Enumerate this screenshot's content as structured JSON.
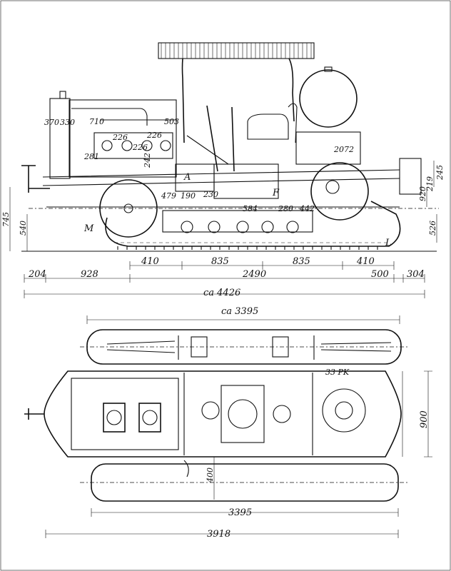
{
  "side_view": {
    "overall_length": "ca 4426",
    "top_dims": [
      "370",
      "330",
      "710",
      "503",
      "226",
      "226",
      "226",
      "281",
      "242"
    ],
    "mid_dims": [
      "479",
      "190",
      "230",
      "584",
      "280",
      "442",
      "2072"
    ],
    "vert_left": [
      "745",
      "540"
    ],
    "vert_right": [
      "920",
      "219",
      "245",
      "526"
    ],
    "bottom_row": [
      "410",
      "835",
      "835",
      "410"
    ],
    "length_row": [
      "204",
      "928",
      "2490",
      "500",
      "304"
    ],
    "markers": [
      "M",
      "A",
      "L",
      "F"
    ]
  },
  "plan_view": {
    "top_length": "ca 3395",
    "track_length": "3395",
    "overall_length": "3918",
    "width": "900",
    "inner_width": "400",
    "label": "33 PK"
  }
}
